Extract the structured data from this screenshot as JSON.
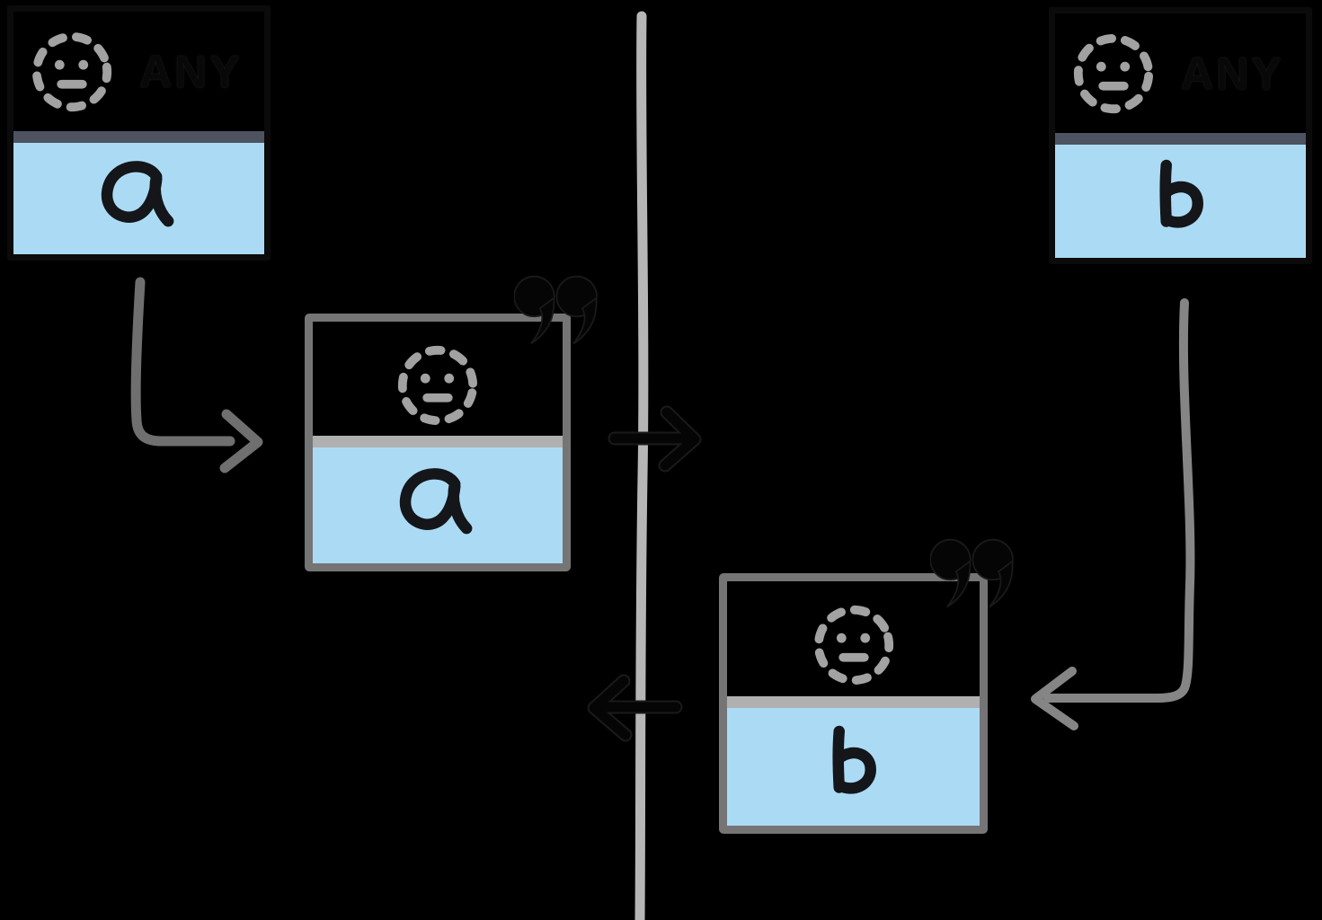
{
  "colors": {
    "background": "#000000",
    "card_fill_value": "#abdbf4",
    "pattern_card_border": "#0b0b0b",
    "pattern_card_divider": "#4d5361",
    "message_card_border": "#757575",
    "message_card_divider": "#b0b0b0",
    "smiley_gray": "#a2a2a2",
    "boundary_line": "#b6b6b6",
    "arrow_gray_dark": "#6f6f6f",
    "arrow_gray_light": "#858585",
    "ink_black": "#050505",
    "letter_ink": "#14161a",
    "any_ink": "#080808"
  },
  "cards": {
    "pattern_a": {
      "badge": "ANY",
      "value": "a"
    },
    "pattern_b": {
      "badge": "ANY",
      "value": "b"
    },
    "message_a": {
      "value": "a"
    },
    "message_b": {
      "value": "b"
    }
  },
  "icons": {
    "smiley": "dashed-circle-smiley-face",
    "quote": "right-double-quotation-mark"
  },
  "arrows": {
    "pattern_a_to_message_a": {
      "direction": "down-then-right",
      "color": "#6f6f6f"
    },
    "pattern_b_to_message_b": {
      "direction": "down-then-left",
      "color": "#858585"
    },
    "send_a": {
      "direction": "right",
      "color": "#050505"
    },
    "send_b": {
      "direction": "left",
      "color": "#050505"
    }
  }
}
